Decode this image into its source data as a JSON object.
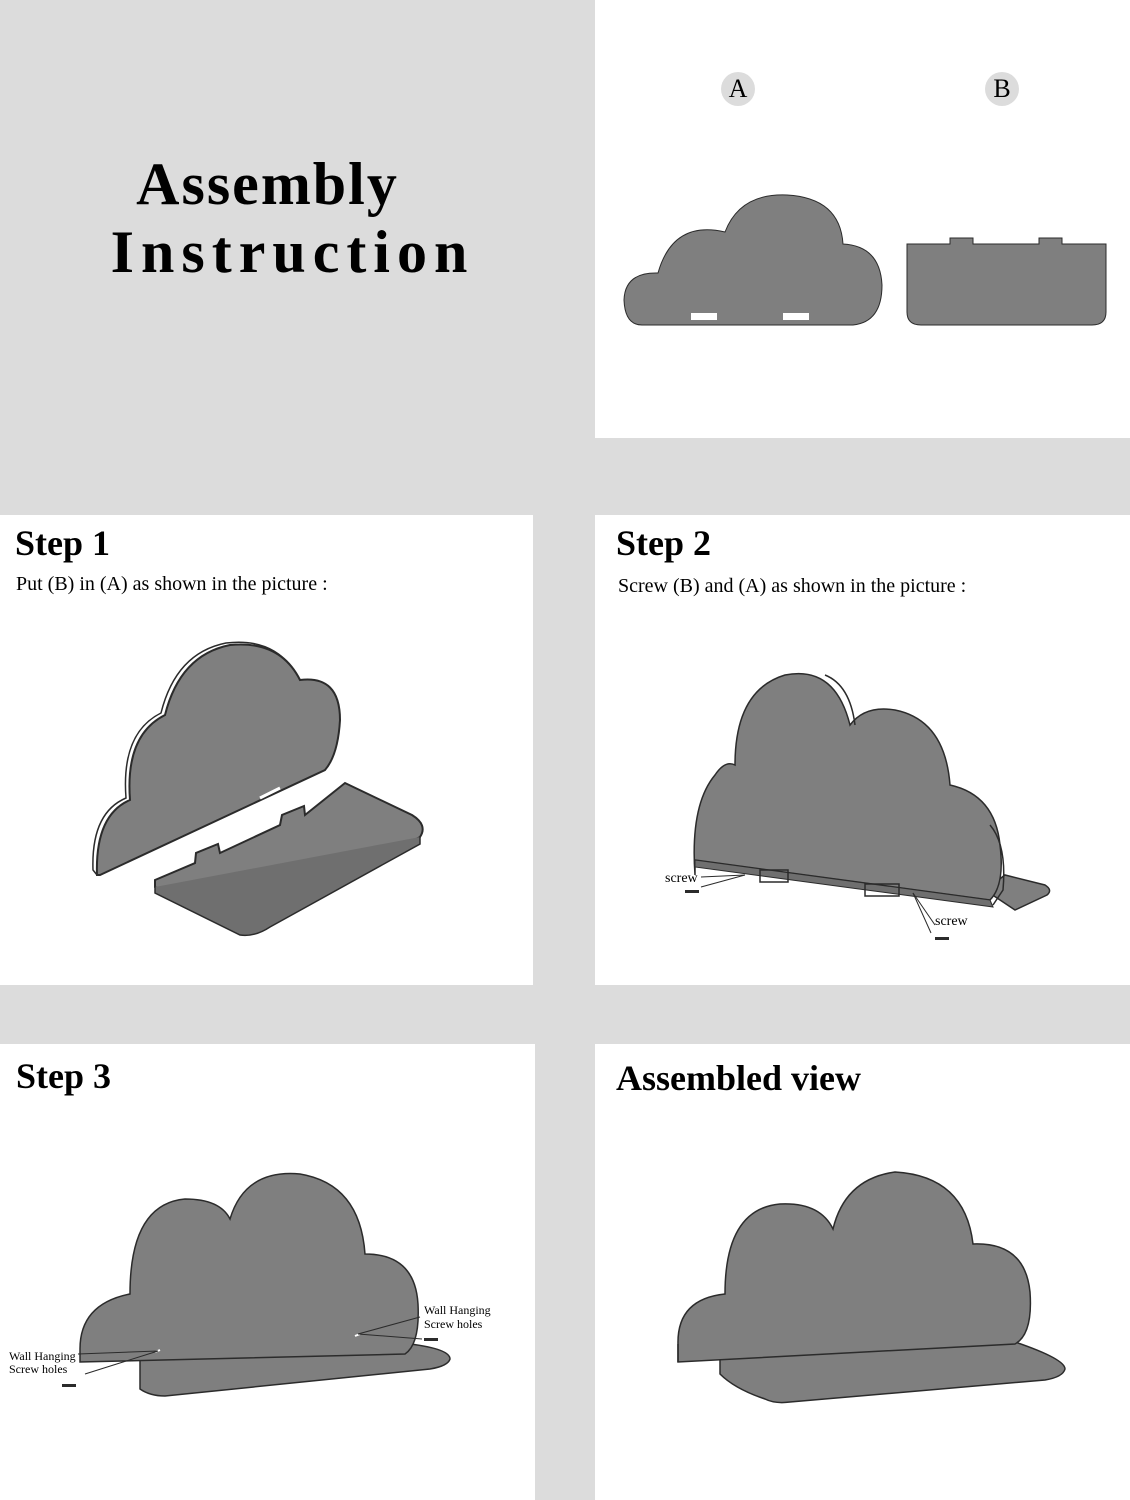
{
  "title": {
    "line1": "Assembly",
    "line2": "Instruction"
  },
  "parts": {
    "a_label": "A",
    "b_label": "B"
  },
  "step1": {
    "heading": "Step 1",
    "desc": "Put (B) in (A) as shown in the picture :"
  },
  "step2": {
    "heading": "Step 2",
    "desc": "Screw (B) and (A) as shown in the picture :",
    "screw_label": "screw"
  },
  "step3": {
    "heading": "Step 3",
    "hole_line1": "Wall Hanging",
    "hole_line2": "Screw holes"
  },
  "assembled": {
    "heading": "Assembled view"
  },
  "colors": {
    "background": "#dcdcdc",
    "panel": "#ffffff",
    "part": "#7f7f7f",
    "edge": "#2b2b2b"
  }
}
